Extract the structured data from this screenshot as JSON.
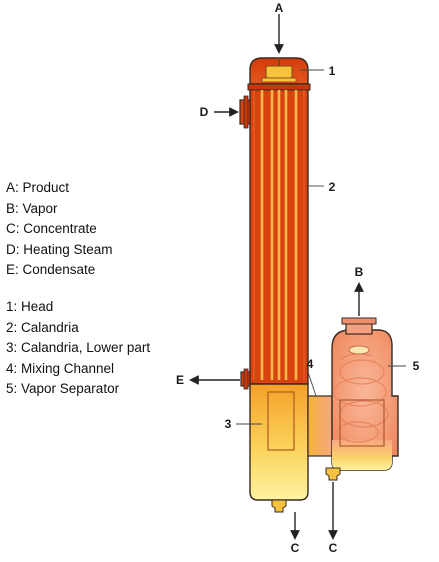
{
  "legend_streams": [
    {
      "key": "A",
      "text": "A: Product"
    },
    {
      "key": "B",
      "text": "B: Vapor"
    },
    {
      "key": "C",
      "text": "C: Concentrate"
    },
    {
      "key": "D",
      "text": "D: Heating Steam"
    },
    {
      "key": "E",
      "text": "E: Condensate"
    }
  ],
  "legend_parts": [
    {
      "key": "1",
      "text": "1: Head"
    },
    {
      "key": "2",
      "text": "2: Calandria"
    },
    {
      "key": "3",
      "text": "3: Calandria, Lower part"
    },
    {
      "key": "4",
      "text": "4: Mixing Channel"
    },
    {
      "key": "5",
      "text": "5: Vapor Separator"
    }
  ],
  "callouts": {
    "A": "A",
    "B": "B",
    "C_left": "C",
    "C_right": "C",
    "D": "D",
    "E": "E",
    "p1": "1",
    "p2": "2",
    "p3": "3",
    "p4": "4",
    "p5": "5"
  },
  "colors": {
    "calandria": "#d9430f",
    "tube": "#ffb84a",
    "lower_hot": "#f7b13a",
    "lower_light": "#fff2a0",
    "separator": "#f6a882",
    "outline": "#3a2a20"
  }
}
